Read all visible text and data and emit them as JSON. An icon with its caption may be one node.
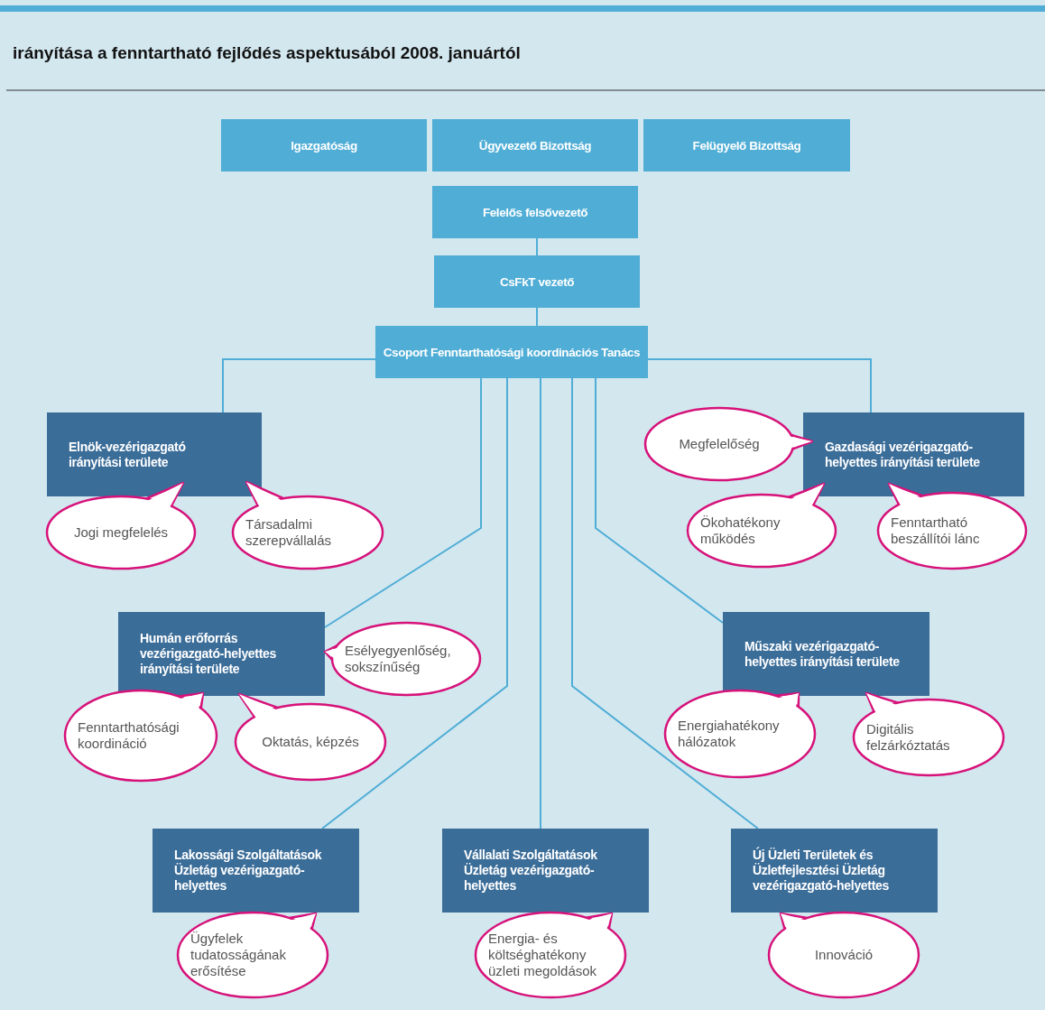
{
  "diagram": {
    "title": "irányítása a fenntartható fejlődés aspektusából 2008. januártól",
    "nodes": [
      {
        "text": [
          "Igazgatóság"
        ]
      },
      {
        "text": [
          "Ügyvezető Bizottság"
        ]
      },
      {
        "text": [
          "Felügyelő Bizottság"
        ]
      },
      {
        "text": [
          "Felelős felsővezető"
        ]
      },
      {
        "text": [
          "CsFkT vezető"
        ]
      },
      {
        "text": [
          "Csoport Fenntarthatósági koordinációs Tanács"
        ]
      },
      {
        "text": [
          "Elnök-vezérigazgató irányítási területe"
        ]
      },
      {
        "text": [
          "Jogi megfelelés"
        ]
      },
      {
        "text": [
          "Társadalmi szerepvállalás"
        ]
      },
      {
        "text": [
          "Gazdasági vezérigazgató-helyettes irányítási területe"
        ]
      },
      {
        "text": [
          "Megfelelőség"
        ]
      },
      {
        "text": [
          "Ökohatékony működés"
        ]
      },
      {
        "text": [
          "Fenntartható beszállítói lánc"
        ]
      },
      {
        "text": [
          "Humán erőforrás vezérigazgató-helyettes irányítási területe"
        ]
      },
      {
        "text": [
          "Esélyegyenlőség, sokszínűség"
        ]
      },
      {
        "text": [
          "Fenntarthatósági koordináció"
        ]
      },
      {
        "text": [
          "Oktatás, képzés"
        ]
      },
      {
        "text": [
          "Műszaki vezérigazgató-helyettes irányítási területe"
        ]
      },
      {
        "text": [
          "Energiahatékony hálózatok"
        ]
      },
      {
        "text": [
          "Digitális felzárkóztatás"
        ]
      },
      {
        "text": [
          "Lakossági Szolgáltatások Üzletág vezérigazgató-helyettes"
        ]
      },
      {
        "text": [
          "Ügyfelek tudatosságának erősítése"
        ]
      },
      {
        "text": [
          "Vállalati Szolgáltatások Üzletág vezérigazgató-helyettes"
        ]
      },
      {
        "text": [
          "Energia- és költséghatékony üzleti megoldások"
        ]
      },
      {
        "text": [
          "Új Üzleti Területek és Üzletfejlesztési Üzletág vezérigazgató-helyettes"
        ]
      },
      {
        "text": [
          "Innováció"
        ]
      }
    ],
    "edges": [
      {
        "from": 3,
        "to": 4,
        "arrow": "none"
      },
      {
        "from": 4,
        "to": 5,
        "arrow": "none"
      },
      {
        "from": 5,
        "to": 6,
        "arrow": "none"
      },
      {
        "from": 5,
        "to": 9,
        "arrow": "none"
      },
      {
        "from": 5,
        "to": 13,
        "arrow": "none"
      },
      {
        "from": 5,
        "to": 20,
        "arrow": "none"
      },
      {
        "from": 5,
        "to": 22,
        "arrow": "none"
      },
      {
        "from": 5,
        "to": 24,
        "arrow": "none"
      },
      {
        "from": 5,
        "to": 17,
        "arrow": "none"
      }
    ]
  }
}
